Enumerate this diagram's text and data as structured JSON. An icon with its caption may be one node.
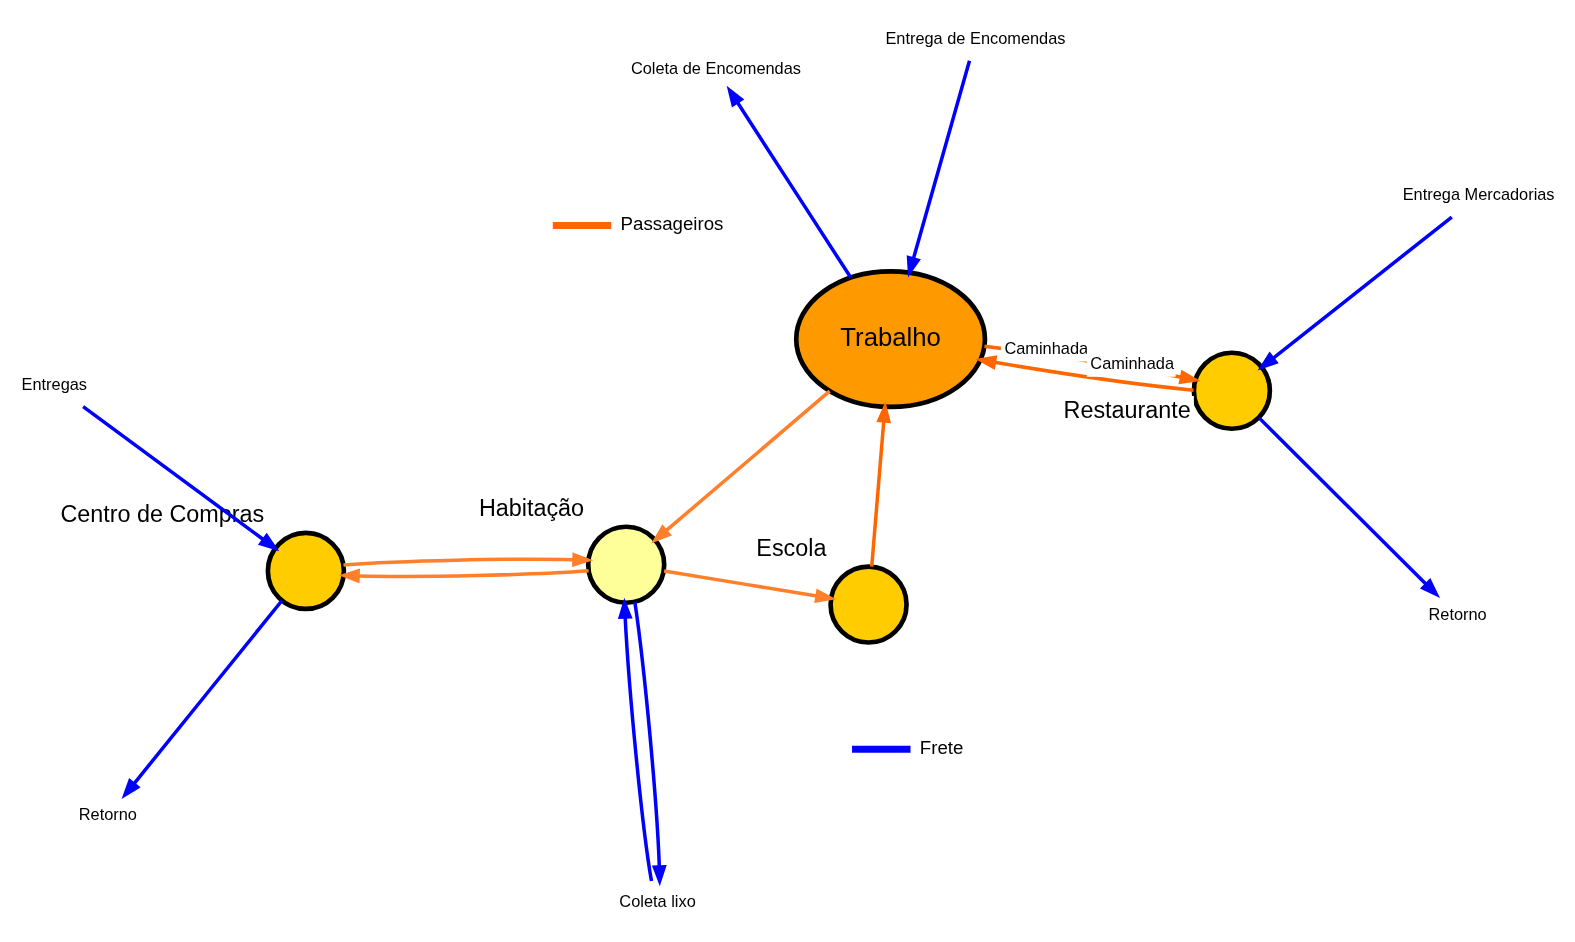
{
  "diagram": {
    "nodes": [
      {
        "text": [
          "Centro de Compras"
        ]
      },
      {
        "text": [
          "Habitação"
        ]
      },
      {
        "text": [
          "Escola"
        ]
      },
      {
        "text": [
          "Trabalho"
        ]
      },
      {
        "text": [
          "Restaurante"
        ]
      },
      {
        "text": [
          "Entregas"
        ]
      },
      {
        "text": [
          "Retorno"
        ]
      },
      {
        "text": [
          "Coleta lixo"
        ]
      },
      {
        "text": [
          "Retorno"
        ]
      },
      {
        "text": [
          "Entrega Mercadorias"
        ]
      },
      {
        "text": [
          "Coleta de Encomendas"
        ]
      },
      {
        "text": [
          "Entrega de Encomendas"
        ]
      }
    ],
    "edges": [
      {
        "from": 5,
        "to": 0,
        "arrow": "to"
      },
      {
        "from": 0,
        "to": 6,
        "arrow": "to"
      },
      {
        "from": 1,
        "to": 0,
        "arrow": "to",
        "color": "#ff7f2a"
      },
      {
        "from": 0,
        "to": 1,
        "arrow": "to",
        "color": "#ff7f2a"
      },
      {
        "from": 7,
        "to": 1,
        "arrow": "to"
      },
      {
        "from": 1,
        "to": 7,
        "arrow": "to"
      },
      {
        "from": 3,
        "to": 1,
        "arrow": "to",
        "color": "#ff7f2a"
      },
      {
        "from": 1,
        "to": 2,
        "arrow": "to",
        "color": "#ff7f2a"
      },
      {
        "from": 2,
        "to": 3,
        "arrow": "to",
        "color": "#ff6600"
      },
      {
        "from": 4,
        "to": 8,
        "arrow": "to"
      },
      {
        "from": 9,
        "to": 4,
        "arrow": "to"
      },
      {
        "from": 4,
        "to": 3,
        "label": "Caminhada",
        "arrow": "to",
        "color": "#ff6600"
      },
      {
        "from": 3,
        "to": 4,
        "label": "Caminhada",
        "arrow": "to",
        "color": "#ff6600"
      },
      {
        "from": 3,
        "to": 10,
        "arrow": "to"
      },
      {
        "from": 11,
        "to": 3,
        "arrow": "to"
      }
    ],
    "legend": [
      {
        "text": "Passageiros",
        "color": "#ff6600"
      },
      {
        "text": "Frete",
        "color": "#0000ff"
      }
    ]
  }
}
